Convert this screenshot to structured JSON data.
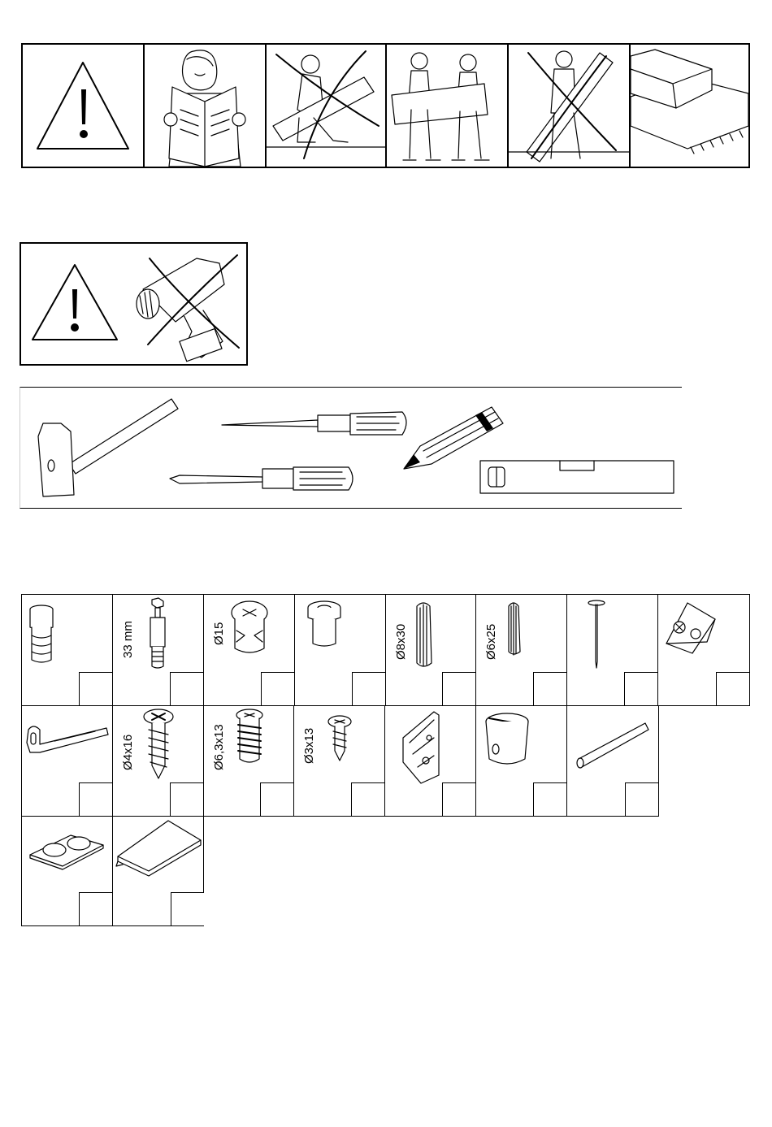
{
  "hardware_labels": {
    "cam_bolt": "33 mm",
    "cam_lock": "Ø15",
    "dowel_8": "Ø8x30",
    "dowel_6": "Ø6x25",
    "screw_4x16": "Ø4x16",
    "screw_63x13": "Ø6,3x13",
    "screw_3x13": "Ø3x13"
  }
}
